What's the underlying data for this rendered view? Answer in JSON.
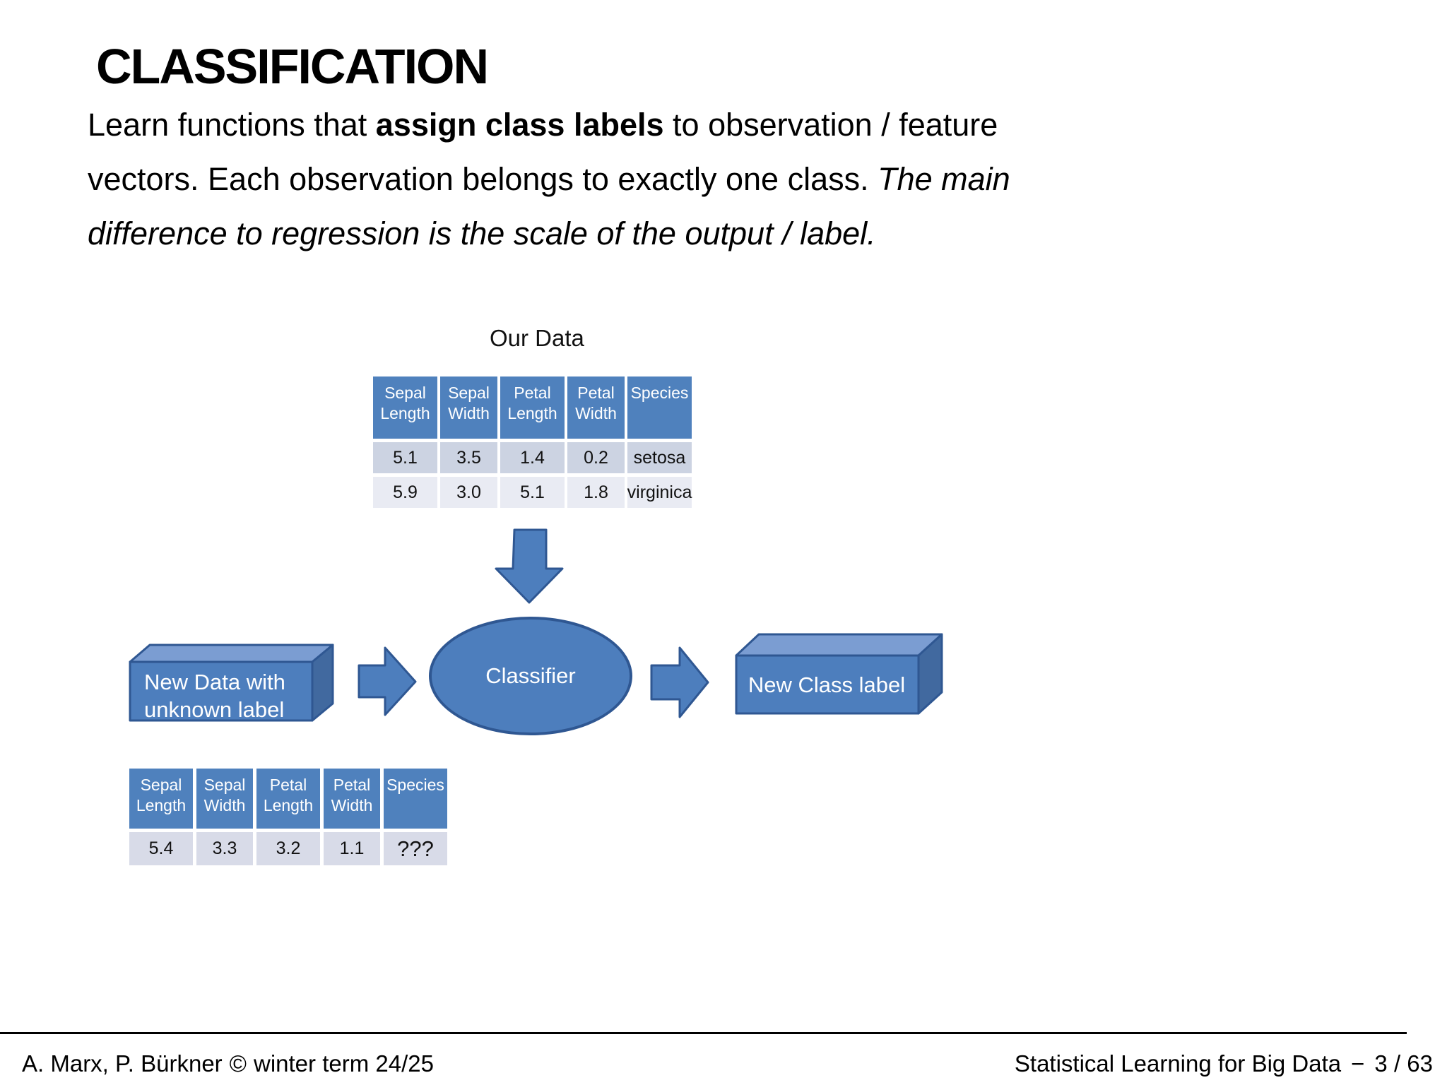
{
  "slide": {
    "title": "CLASSIFICATION",
    "body": {
      "l1_a": "Learn functions that ",
      "l1_b": "assign class labels",
      "l1_c": " to observation / feature",
      "l2_a": "vectors. Each observation belongs to exactly one class. ",
      "l2_b": "The main",
      "l3": "difference to regression is the scale of the output / label."
    }
  },
  "tables": {
    "our": {
      "label": "Our Data",
      "headers": [
        "Sepal Length",
        "Sepal Width",
        "Petal Length",
        "Petal Width",
        "Species"
      ],
      "rows": [
        [
          "5.1",
          "3.5",
          "1.4",
          "0.2",
          "setosa"
        ],
        [
          "5.9",
          "3.0",
          "5.1",
          "1.8",
          "virginica"
        ]
      ]
    },
    "new": {
      "headers": [
        "Sepal Length",
        "Sepal Width",
        "Petal Length",
        "Petal Width",
        "Species"
      ],
      "rows": [
        [
          "5.4",
          "3.3",
          "3.2",
          "1.1",
          "???"
        ]
      ]
    }
  },
  "diagram": {
    "classifier_label": "Classifier",
    "new_data_line1": "New Data with",
    "new_data_line2": "unknown label",
    "new_class_label": "New Class label"
  },
  "icons": {
    "arrow_down": "arrow-down-icon",
    "arrow_right_input": "arrow-right-icon",
    "arrow_right_output": "arrow-right-icon"
  },
  "footer": {
    "authors": "A. Marx, P. Bürkner",
    "copyright": "©",
    "term": "winter term 24/25",
    "course": "Statistical Learning for Big Data",
    "separator": "−",
    "page": "3 / 63"
  },
  "colors": {
    "blue": "#4d7ebd",
    "blue-border": "#2f5792",
    "cube-top": "#7b9dd2",
    "cube-side": "#41699f",
    "header-blue": "#4f81bd",
    "row-odd": "#ccd3e2",
    "row-even": "#e9ebf3",
    "row-single": "#d8dbe8"
  }
}
